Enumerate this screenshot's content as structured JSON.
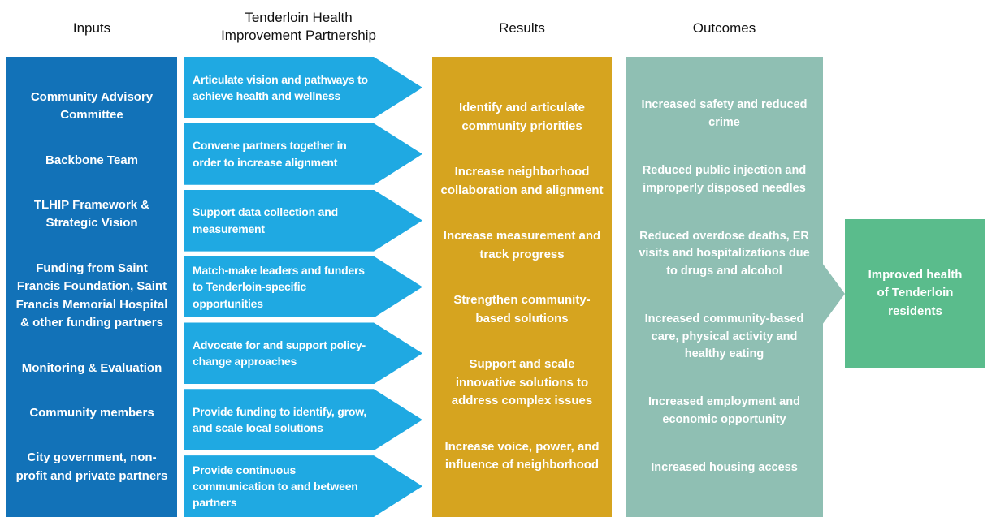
{
  "headers": {
    "inputs": "Inputs",
    "partnership": "Tenderloin Health Improvement Partnership",
    "results": "Results",
    "outcomes": "Outcomes"
  },
  "inputs": {
    "items": [
      "Community Advisory Committee",
      "Backbone Team",
      "TLHIP Framework & Strategic Vision",
      "Funding from Saint Francis Foundation, Saint Francis Memorial Hospital & other funding partners",
      "Monitoring & Evaluation",
      "Community members",
      "City government, non-profit and private partners"
    ]
  },
  "partnership": {
    "arrows": [
      "Articulate vision and pathways to achieve health and wellness",
      "Convene partners together in order to increase alignment",
      "Support data collection and measurement",
      "Match-make leaders and funders to Tenderloin-specific opportunities",
      "Advocate for and support policy-change approaches",
      "Provide funding to identify, grow, and scale local solutions",
      "Provide continuous communication to and between partners"
    ]
  },
  "results": {
    "items": [
      "Identify and articulate community priorities",
      "Increase neighborhood collaboration and alignment",
      "Increase measurement and track progress",
      "Strengthen community-based solutions",
      "Support and scale innovative solutions to address complex issues",
      "Increase voice, power, and influence of neighborhood"
    ]
  },
  "outcomes": {
    "items": [
      "Increased safety and reduced crime",
      "Reduced public injection and improperly disposed needles",
      "Reduced overdose deaths, ER visits and hospitalizations due to drugs and alcohol",
      "Increased community-based care, physical activity and healthy eating",
      "Increased employment and economic opportunity",
      "Increased housing access"
    ]
  },
  "impact": {
    "label": "Improved health of Tenderloin residents"
  },
  "colors": {
    "inputs_box": "#1272B8",
    "partnership_arrow": "#1FA9E2",
    "results_box": "#D6A41F",
    "outcomes_box": "#8FBFB3",
    "impact_box": "#5ABC8C",
    "box_text": "#FFFFFF",
    "header_text": "#111111",
    "background": "#FFFFFF"
  }
}
